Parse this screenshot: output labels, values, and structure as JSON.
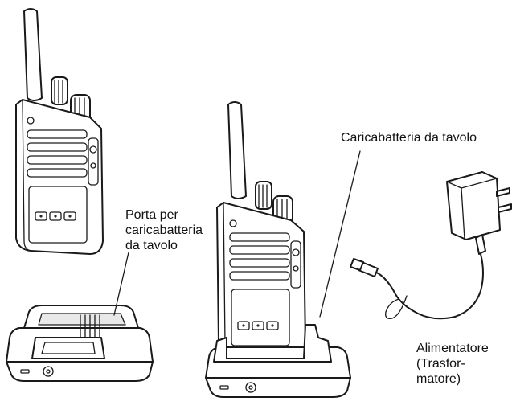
{
  "labels": {
    "port": "Porta per\ncaricabatteria\nda tavolo",
    "desktop_charger": "Caricabatteria da tavolo",
    "power_supply": "Alimentatore\n(Trasfor-\nmatore)"
  },
  "colors": {
    "line": "#1a1a1a",
    "background": "#ffffff"
  }
}
